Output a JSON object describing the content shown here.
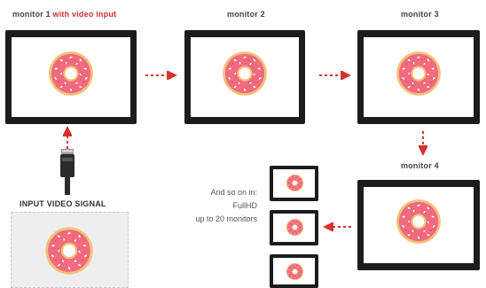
{
  "monitors": {
    "m1": {
      "label_prefix": "monitor 1 ",
      "label_highlight": "with video input"
    },
    "m2": {
      "label": "monitor 2"
    },
    "m3": {
      "label": "monitor 3"
    },
    "m4": {
      "label": "monitor 4"
    }
  },
  "input": {
    "label": "INPUT VIDEO SIGNAL"
  },
  "note": {
    "line1": "And so on in:",
    "line2": "FullHD",
    "line3": "up to 20 monitors"
  },
  "colors": {
    "accent": "#d6322e",
    "bezel": "#1c1c1c",
    "donut_icing": "#f16a7d",
    "donut_dough": "#f4c07a"
  }
}
